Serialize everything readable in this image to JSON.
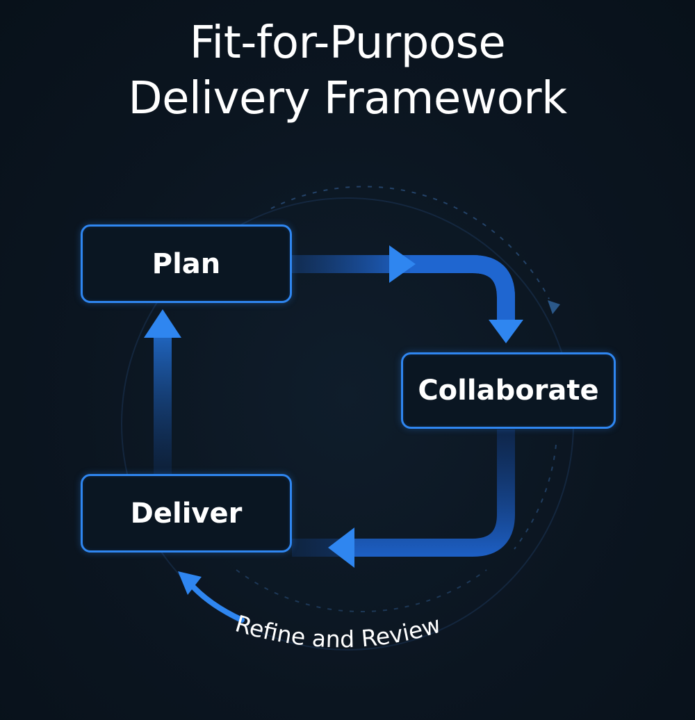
{
  "title": {
    "line1": "Fit-for-Purpose",
    "line2": "Delivery Framework"
  },
  "nodes": {
    "plan": "Plan",
    "collaborate": "Collaborate",
    "deliver": "Deliver"
  },
  "loop_label": "Refine and Review",
  "colors": {
    "background": "#0b1520",
    "accent": "#2f86f0",
    "flow_arrow": "#1e63c8",
    "text": "#ffffff"
  }
}
